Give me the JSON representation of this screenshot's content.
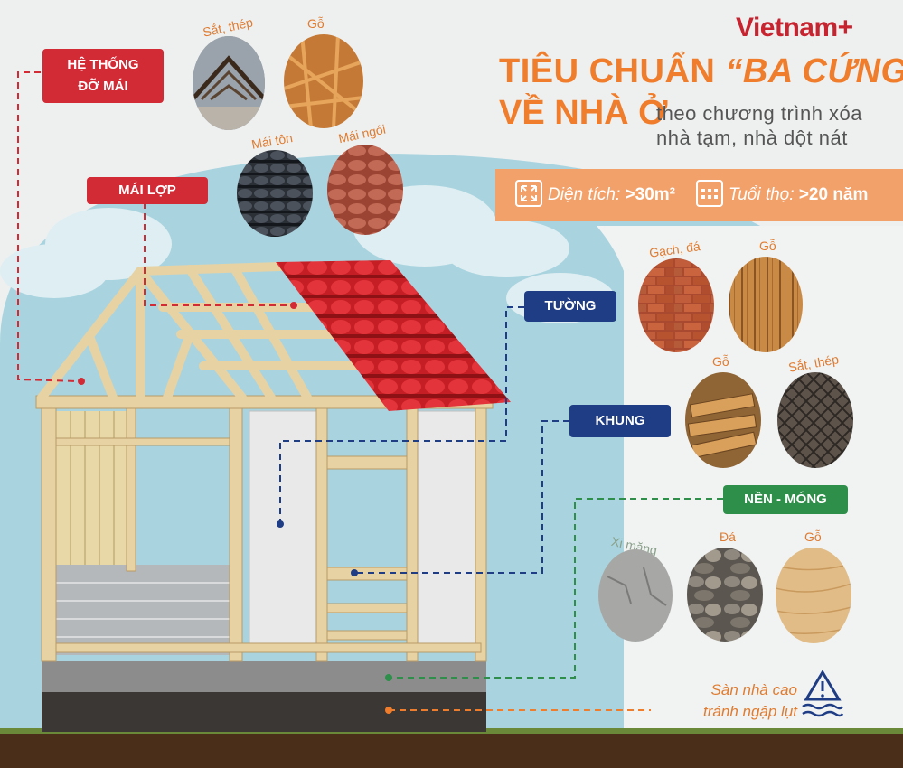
{
  "brand": {
    "name": "Vietnam",
    "suffix": "+"
  },
  "title": {
    "line1_a": "TIÊU CHUẨN ",
    "line1_b": "“BA CỨNG”",
    "line2": "VỀ NHÀ Ở",
    "sub1": "theo chương trình xóa",
    "sub2": "nhà tạm, nhà dột nát"
  },
  "stats": {
    "area_label": "Diện tích: ",
    "area_value": ">30m²",
    "life_label": "Tuổi thọ: ",
    "life_value": ">20 năm"
  },
  "tags": {
    "roof_support_1": "HỆ THỐNG",
    "roof_support_2": "ĐỠ MÁI",
    "roof_cover": "MÁI LỢP",
    "wall": "TƯỜNG",
    "frame": "KHUNG",
    "foundation": "NỀN - MÓNG"
  },
  "materials": {
    "roof_support": [
      "Sắt, thép",
      "Gỗ"
    ],
    "roof_cover": [
      "Mái tôn",
      "Mái ngói"
    ],
    "wall": [
      "Gạch, đá",
      "Gỗ"
    ],
    "frame": [
      "Gỗ",
      "Sắt, thép"
    ],
    "foundation": [
      "Xi măng",
      "Đá",
      "Gỗ"
    ]
  },
  "note": {
    "line1": "Sàn nhà cao",
    "line2": "tránh ngập lụt"
  },
  "colors": {
    "orange": "#f07d2b",
    "red": "#d22b36",
    "navy": "#1f3d84",
    "green": "#2e8f4a",
    "sky": "#a9d4df"
  }
}
